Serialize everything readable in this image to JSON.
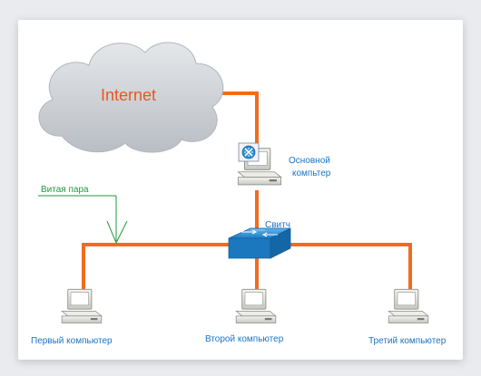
{
  "diagram": {
    "cloud_label": "Internet",
    "main_computer_label_line1": "Основной",
    "main_computer_label_line2": "компьтер",
    "switch_label": "Свитч",
    "twisted_pair_label": "Витая пара",
    "computers": [
      {
        "label": "Первый компьютер"
      },
      {
        "label": "Второй компьютер"
      },
      {
        "label": "Третий компьютер"
      }
    ]
  },
  "colors": {
    "cable": "#f26b1d",
    "label_blue": "#1a74c6",
    "label_green": "#1f9a3a",
    "cloud_fill": "#cfd3d8",
    "switch_blue": "#2a8ed6"
  }
}
